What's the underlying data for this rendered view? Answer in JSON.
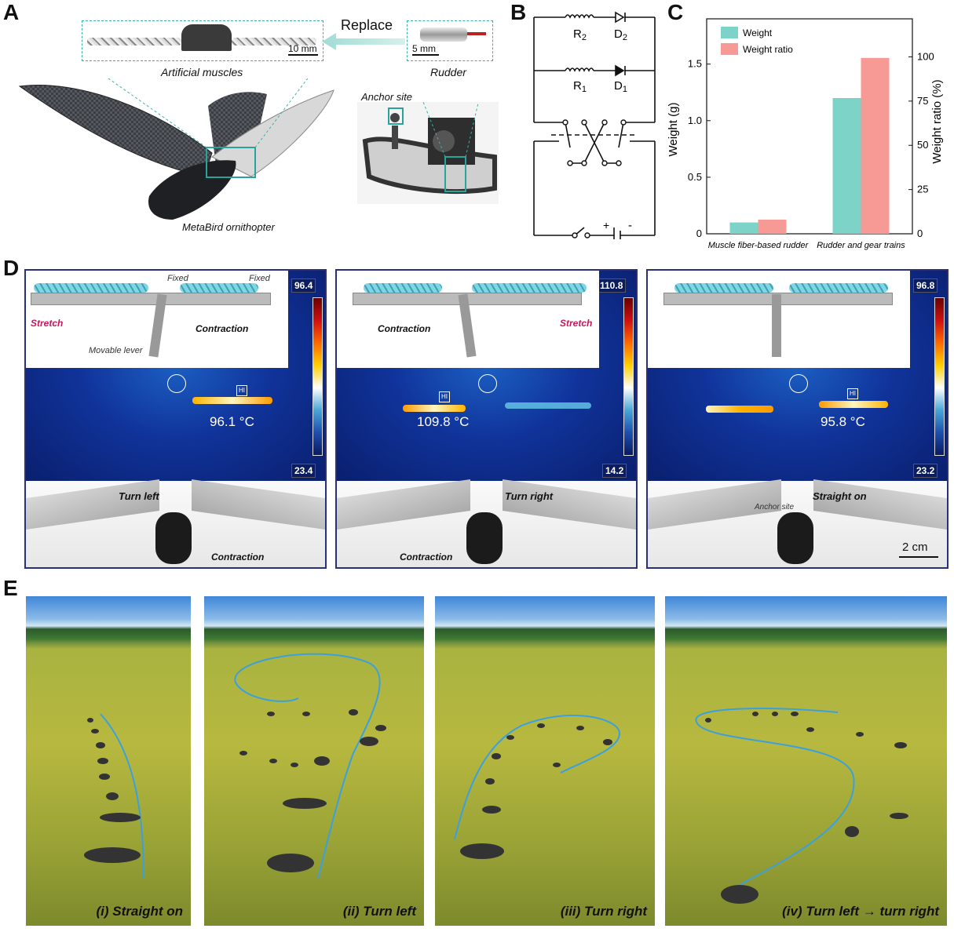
{
  "panel_labels": {
    "A": "A",
    "B": "B",
    "C": "C",
    "D": "D",
    "E": "E"
  },
  "panel_a": {
    "replace_label": "Replace",
    "muscles_caption": "Artificial muscles",
    "muscles_scale": "10 mm",
    "rudder_caption": "Rudder",
    "rudder_scale": "5 mm",
    "anchor_label": "Anchor site",
    "bird_caption": "MetaBird ornithopter"
  },
  "panel_b": {
    "r2": "R",
    "r2_sub": "2",
    "d2": "D",
    "d2_sub": "2",
    "r1": "R",
    "r1_sub": "1",
    "d1": "D",
    "d1_sub": "1",
    "plus": "+",
    "minus": "-"
  },
  "chart_data": {
    "type": "bar",
    "categories": [
      "Muscle fiber-based rudder",
      "Rudder and gear trains"
    ],
    "series": [
      {
        "name": "Weight",
        "axis": "left",
        "color": "#7dd3c8",
        "values": [
          0.1,
          1.2
        ]
      },
      {
        "name": "Weight ratio",
        "axis": "right",
        "color": "#f79a96",
        "values": [
          8,
          99.4
        ]
      }
    ],
    "ylabel": "Weight (g)",
    "ylabel_right": "Weight ratio (%)",
    "ylim": [
      0,
      1.9
    ],
    "ylim_right": [
      0,
      121.5
    ],
    "yticks": [
      "0",
      "0.5",
      "1.0",
      "1.5"
    ],
    "yticks_right": [
      "0",
      "25",
      "50",
      "75",
      "100"
    ],
    "legend": "top-left"
  },
  "panel_d": [
    {
      "cb_max": "96.4",
      "cb_min": "23.4",
      "temp": "96.1 °C",
      "action": "Turn left",
      "top_labels": {
        "stretch": "Stretch",
        "contraction": "Contraction",
        "fixed1": "Fixed",
        "fixed2": "Fixed",
        "lever": "Movable lever"
      },
      "bottom_contraction": "Contraction"
    },
    {
      "cb_max": "110.8",
      "cb_min": "14.2",
      "temp": "109.8 °C",
      "action": "Turn right",
      "top_labels": {
        "contraction": "Contraction",
        "stretch": "Stretch"
      },
      "bottom_contraction": "Contraction"
    },
    {
      "cb_max": "96.8",
      "cb_min": "23.2",
      "temp": "95.8 °C",
      "action": "Straight on",
      "anchor": "Anchor site",
      "scale": "2 cm"
    }
  ],
  "hi_marker": "HI",
  "panel_e": [
    {
      "caption": "(i) Straight on"
    },
    {
      "caption": "(ii) Turn left"
    },
    {
      "caption": "(iii) Turn right"
    },
    {
      "caption": "(iv) Turn left → turn right"
    }
  ]
}
